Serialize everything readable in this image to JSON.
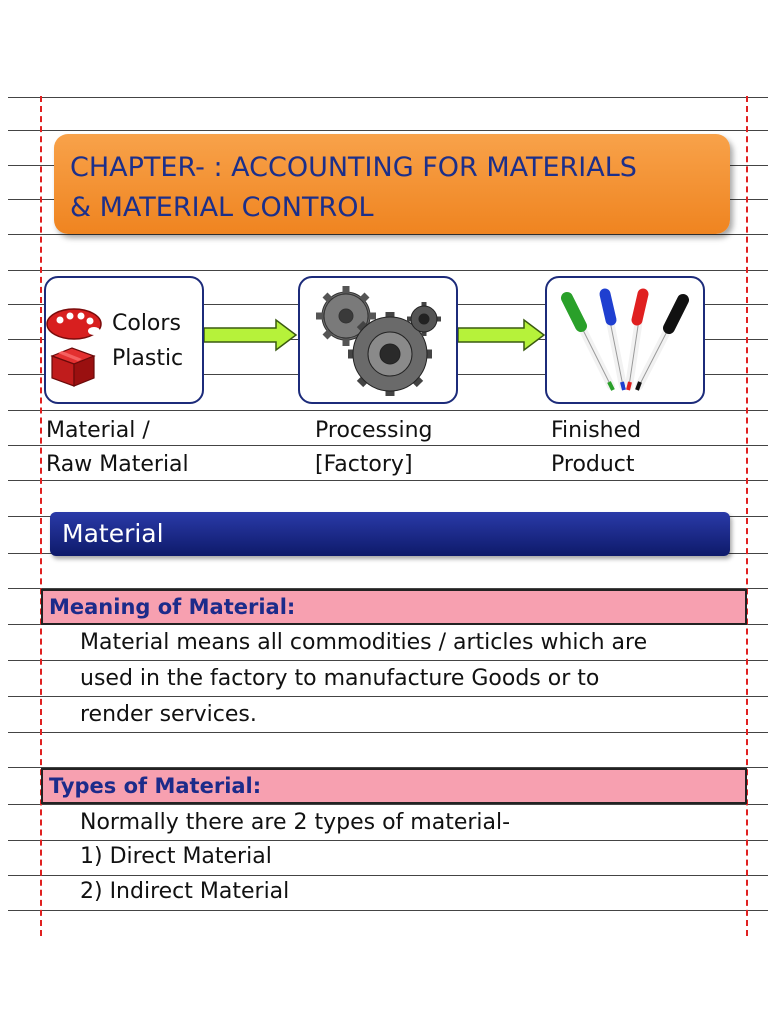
{
  "title": {
    "line1": "CHAPTER- : ACCOUNTING FOR MATERIALS",
    "line2": "& MATERIAL CONTROL"
  },
  "process": {
    "input_items": [
      "Colors",
      "Plastic"
    ],
    "stages": [
      {
        "line1": "Material /",
        "line2": "Raw Material"
      },
      {
        "line1": "Processing",
        "line2": "[Factory]"
      },
      {
        "line1": "Finished",
        "line2": "Product"
      }
    ],
    "marker_colors": [
      "#2aa02a",
      "#1f3fd0",
      "#e02020",
      "#111111"
    ]
  },
  "section": {
    "heading": "Material"
  },
  "meaning": {
    "heading": "Meaning of Material:",
    "lines": [
      "Material means all commodities / articles which are",
      "used in the factory to manufacture Goods or to",
      "render services."
    ]
  },
  "types": {
    "heading": "Types of Material:",
    "lines": [
      "Normally there are 2 types of material-",
      "1)  Direct Material",
      "2) Indirect Material"
    ]
  },
  "colors": {
    "title_bg": "#f39335",
    "title_text": "#1c2f8a",
    "section_bg": "#1a2580",
    "pink_bar": "#f7a0b0",
    "margin_line": "#e02020",
    "arrow": "#b6f23a"
  }
}
